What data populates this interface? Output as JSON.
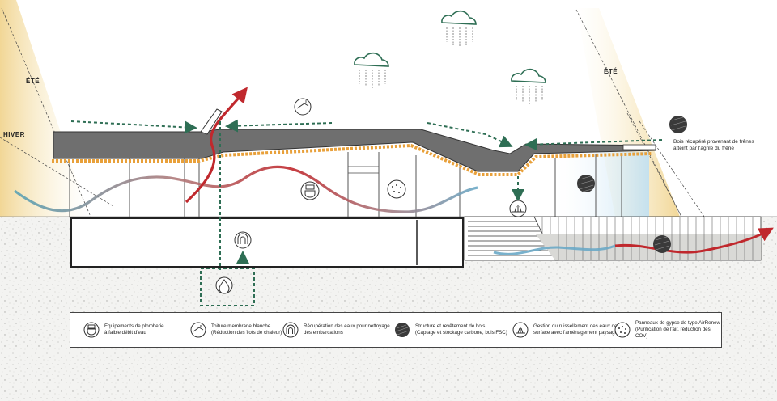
{
  "seasons": {
    "summer": "ÉTÉ",
    "winter": "HIVER"
  },
  "wood_note": [
    "Bois récupéré provenant de frênes",
    "atteint par l'agrile du frêne"
  ],
  "legend": [
    {
      "icon": "toilet-icon",
      "title": "Équipements de plomberie",
      "subtitle": "à faible débit d'eau"
    },
    {
      "icon": "roof-membrane-icon",
      "title": "Toiture membrane blanche",
      "subtitle": "(Réduction des îlots de chaleur)"
    },
    {
      "icon": "rainwater-tank-icon",
      "title": "Récupération des eaux pour nettoyage",
      "subtitle": "des embarcations"
    },
    {
      "icon": "wood-grain-icon",
      "title": "Structure et revêtement de bois",
      "subtitle": "(Captage et stockage carbone, bois FSC)"
    },
    {
      "icon": "runoff-plant-icon",
      "title": "Gestion du ruissellement des eaux de",
      "subtitle": "surface avec l'aménagement paysager"
    },
    {
      "icon": "gypsum-panel-icon",
      "title": "Panneaux de gypse de type AirRenew",
      "subtitle": "(Purification de l'air, réduction des COV)"
    }
  ],
  "colors": {
    "roof": "#6f6f6f",
    "insulation": "#e8a03a",
    "airflow": "#2e6e54",
    "hot_air": "#c0282d",
    "cool_air": "#6aa9c6",
    "glass": "#cfe6f5",
    "sun_glow": "#f3dfa5"
  }
}
